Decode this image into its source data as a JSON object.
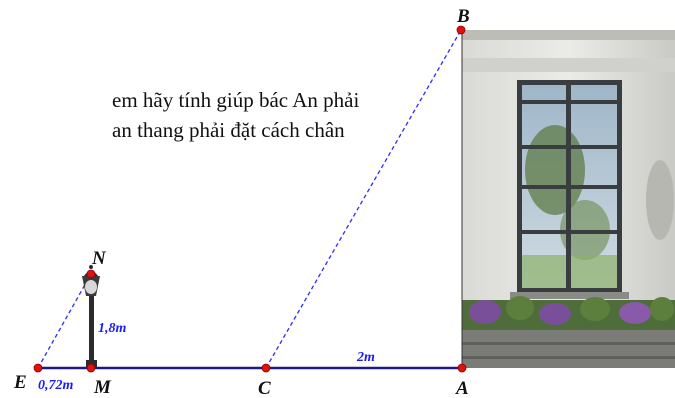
{
  "text_lines": [
    "em hãy tính giúp bác An phải",
    "an thang phải đặt cách chân"
  ],
  "points": {
    "B": "B",
    "N": "N",
    "E": "E",
    "M": "M",
    "C": "C",
    "A": "A"
  },
  "measurements": {
    "lamp_height": "1,8m",
    "em_distance": "0,72m",
    "ca_distance": "2m"
  },
  "colors": {
    "ground_line": "#1a1a8c",
    "dashed_line": "#2a2aff",
    "point": "#e01010",
    "measure_text": "#1a1aff"
  },
  "icons": [
    "street-lamp-icon",
    "building-photo"
  ]
}
